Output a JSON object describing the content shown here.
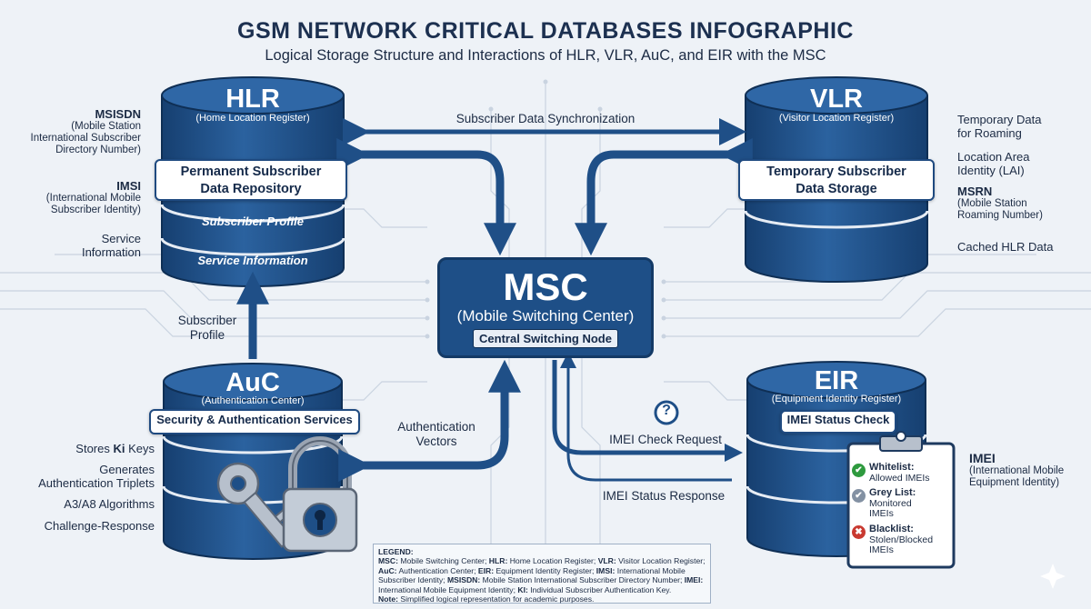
{
  "header": {
    "title": "GSM NETWORK CRITICAL DATABASES INFOGRAPHIC",
    "subtitle": "Logical Storage Structure and Interactions of HLR, VLR, AuC, and EIR with the MSC"
  },
  "hlr": {
    "title": "HLR",
    "subtitle": "(Home Location Register)",
    "band_line1": "Permanent Subscriber",
    "band_line2": "Data Repository",
    "layer1": "Subscriber Profile",
    "layer2": "Service Information",
    "labels": [
      {
        "title": "MSISDN",
        "desc_lines": [
          "(Mobile Station",
          "International Subscriber",
          "Directory Number)"
        ]
      },
      {
        "title": "IMSI",
        "desc_lines": [
          "(International Mobile",
          "Subscriber Identity)"
        ]
      },
      {
        "title": "",
        "desc_lines": [
          "Service",
          "Information"
        ]
      }
    ]
  },
  "vlr": {
    "title": "VLR",
    "subtitle": "(Visitor Location Register)",
    "band_line1": "Temporary Subscriber",
    "band_line2": "Data Storage",
    "labels": [
      {
        "title": "",
        "desc_lines": [
          "Temporary Data",
          "for Roaming"
        ]
      },
      {
        "title": "",
        "desc_lines": [
          "Location Area",
          "Identity (LAI)"
        ]
      },
      {
        "title": "MSRN",
        "desc_lines": [
          "(Mobile Station",
          "Roaming Number)"
        ]
      },
      {
        "title": "",
        "desc_lines": [
          "Cached HLR Data"
        ]
      }
    ]
  },
  "auc": {
    "title": "AuC",
    "subtitle": "(Authentication Center)",
    "band": "Security & Authentication Services",
    "labels": [
      {
        "pre": "Stores ",
        "bold": "Ki",
        "post": " Keys"
      },
      {
        "pre": "Generates",
        "bold": "",
        "post": ""
      },
      {
        "pre": "Authentication Triplets",
        "bold": "",
        "post": ""
      },
      {
        "pre": "A3/A8 Algorithms",
        "bold": "",
        "post": ""
      },
      {
        "pre": "Challenge-Response",
        "bold": "",
        "post": ""
      }
    ]
  },
  "eir": {
    "title": "EIR",
    "subtitle": "(Equipment Identity Register)",
    "band": "IMEI Status Check",
    "imei_title": "IMEI",
    "imei_desc_lines": [
      "(International Mobile",
      "Equipment Identity)"
    ],
    "question_mark": "?",
    "lists": [
      {
        "name": "Whitelist:",
        "desc_lines": [
          "Allowed IMEIs"
        ],
        "color": "#2e9a3e",
        "symbol": "✔"
      },
      {
        "name": "Grey List:",
        "desc_lines": [
          "Monitored",
          "IMEIs"
        ],
        "color": "#8391a3",
        "symbol": "✔"
      },
      {
        "name": "Blacklist:",
        "desc_lines": [
          "Stolen/Blocked",
          "IMEIs"
        ],
        "color": "#c93a31",
        "symbol": "✖"
      }
    ]
  },
  "msc": {
    "title": "MSC",
    "subtitle": "(Mobile Switching Center)",
    "caption": "Central Switching Node"
  },
  "arrows": {
    "sync": "Subscriber Data Synchronization",
    "subscriber_profile_lines": [
      "Subscriber",
      "Profile"
    ],
    "auth_vectors_lines": [
      "Authentication",
      "Vectors"
    ],
    "imei_check": "IMEI Check Request",
    "imei_status": "IMEI Status Response"
  },
  "legend": {
    "heading": "LEGEND:",
    "entries": [
      {
        "abbr": "MSC:",
        "text": " Mobile Switching Center; "
      },
      {
        "abbr": "HLR:",
        "text": " Home Location Register; "
      },
      {
        "abbr": "VLR:",
        "text": " Visitor Location Register; "
      },
      {
        "abbr": "AuC:",
        "text": " Authentication Center; "
      },
      {
        "abbr": "EIR:",
        "text": " Equipment Identity Register; "
      },
      {
        "abbr": "IMSI:",
        "text": " International Mobile Subscriber Identity; "
      },
      {
        "abbr": "MSISDN:",
        "text": " Mobile Station International Subscriber Directory Number; "
      },
      {
        "abbr": "IMEI:",
        "text": " International Mobile Equipment Identity; "
      },
      {
        "abbr": "KI:",
        "text": " Individual Subscriber Authentication Key."
      }
    ],
    "note_label": "Note:",
    "note_text": " Simplified logical representation for academic purposes."
  },
  "colors": {
    "db_dark": "#1e4f87",
    "db_mid": "#2a5f9e",
    "arrow": "#1f4f87",
    "circuit": "#c9d3e0"
  }
}
